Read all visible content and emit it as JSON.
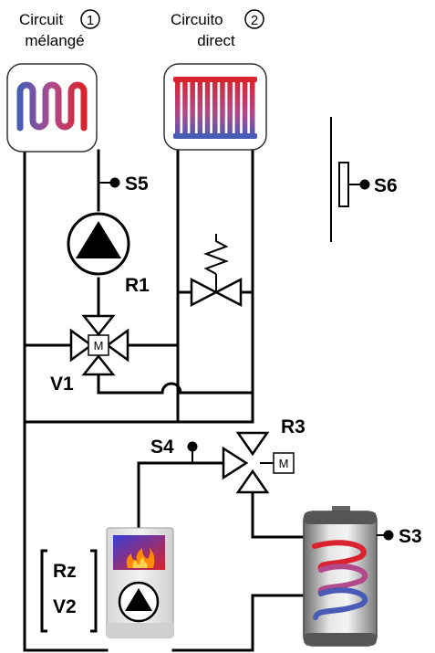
{
  "circuits": [
    {
      "name": "Circuit",
      "number": "1",
      "subtitle": "mélangé"
    },
    {
      "name": "Circuito",
      "number": "2",
      "subtitle": "direct"
    }
  ],
  "sensors": {
    "s3": "S3",
    "s4": "S4",
    "s5": "S5",
    "s6": "S6"
  },
  "components": {
    "pump_r1": "R1",
    "valve_v1": "V1",
    "valve_r3": "R3",
    "motor_label": "M"
  },
  "heat_source": {
    "line1": "Rz",
    "line2": "V2"
  },
  "colors": {
    "pipe": "#000000",
    "hot": "#d9232e",
    "cold": "#4a5bb5",
    "flame": "#ff8a00",
    "boiler_panel": "#3a3fd6"
  }
}
